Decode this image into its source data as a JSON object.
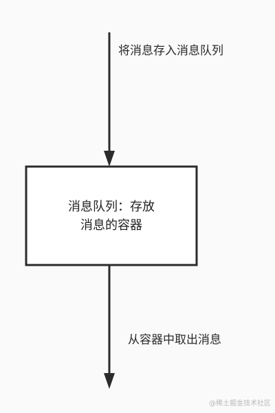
{
  "diagram": {
    "top_arrow_label": "将消息存入消息队列",
    "box": {
      "line1": "消息队列：存放",
      "line2": "消息的容器"
    },
    "bottom_arrow_label": "从容器中取出消息"
  },
  "watermark": "@稀土掘金技术社区",
  "colors": {
    "stroke": "#2b2b2b",
    "background": "#fafafa",
    "text": "#222222"
  }
}
